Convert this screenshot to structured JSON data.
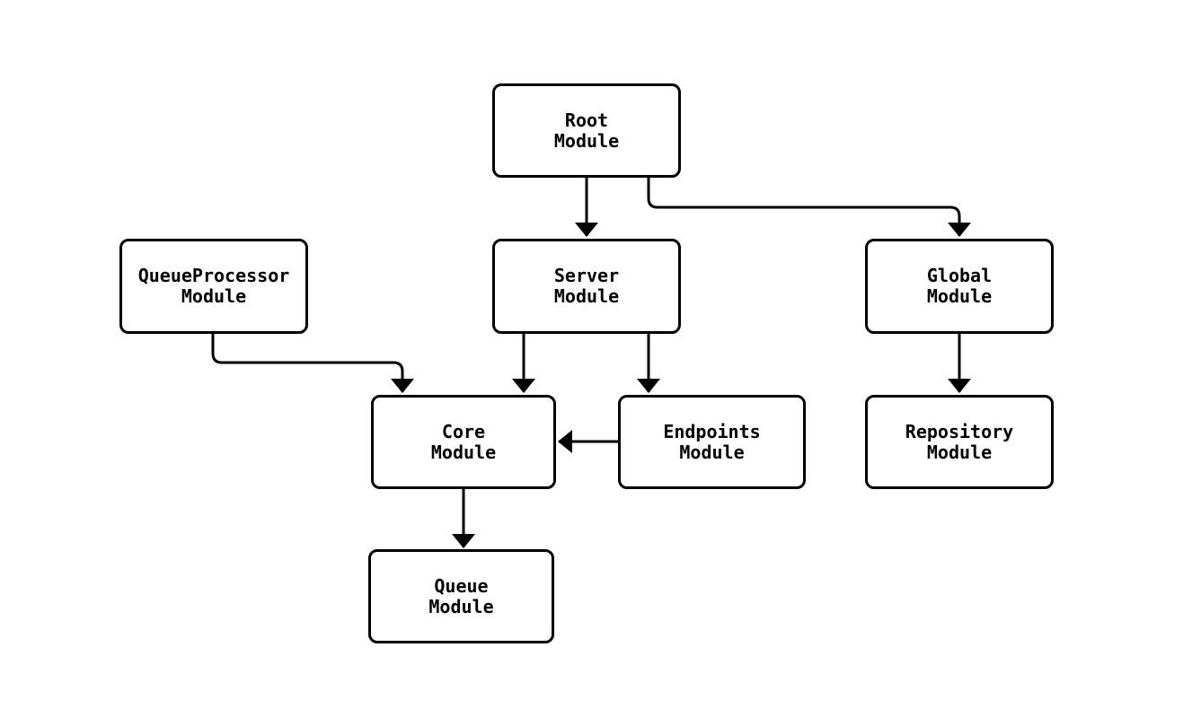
{
  "diagram": {
    "type": "flowchart",
    "background_color": "#ffffff",
    "node_fill_color": "#ffffff",
    "node_border_color": "#000000",
    "edge_color": "#000000",
    "nodes": [
      {
        "id": "root",
        "label": "Root\nModule"
      },
      {
        "id": "queueprocessor",
        "label": "QueueProcessor\nModule"
      },
      {
        "id": "server",
        "label": "Server\nModule"
      },
      {
        "id": "global",
        "label": "Global\nModule"
      },
      {
        "id": "core",
        "label": "Core\nModule"
      },
      {
        "id": "endpoints",
        "label": "Endpoints\nModule"
      },
      {
        "id": "repository",
        "label": "Repository\nModule"
      },
      {
        "id": "queue",
        "label": "Queue\nModule"
      }
    ],
    "edges": [
      {
        "from": "root",
        "to": "server"
      },
      {
        "from": "root",
        "to": "global"
      },
      {
        "from": "queueprocessor",
        "to": "core"
      },
      {
        "from": "server",
        "to": "core"
      },
      {
        "from": "server",
        "to": "endpoints"
      },
      {
        "from": "endpoints",
        "to": "core"
      },
      {
        "from": "global",
        "to": "repository"
      },
      {
        "from": "core",
        "to": "queue"
      }
    ]
  }
}
